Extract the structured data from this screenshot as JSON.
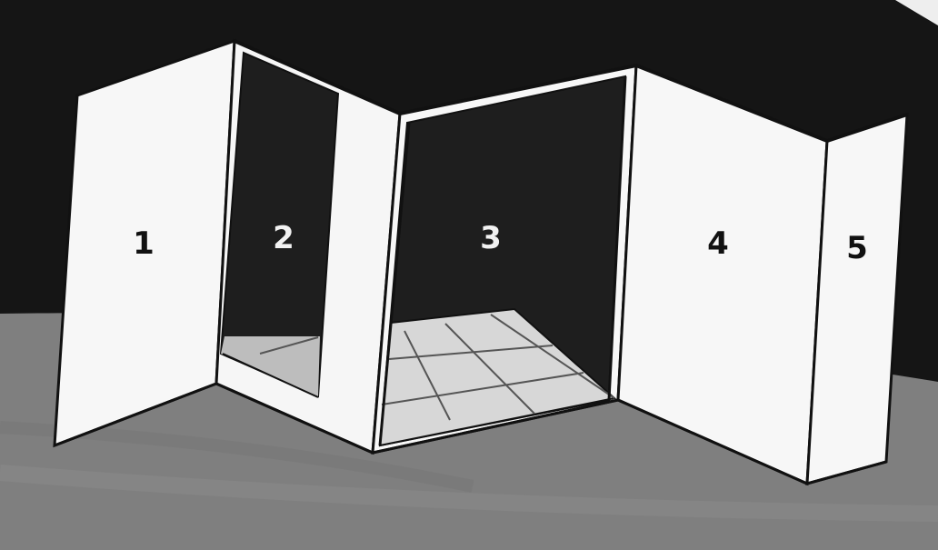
{
  "panels": [
    {
      "label": "1"
    },
    {
      "label": "2"
    },
    {
      "label": "3"
    },
    {
      "label": "4"
    },
    {
      "label": "5"
    }
  ],
  "colors": {
    "background_wall": "#151515",
    "floor": "#7f7f7f",
    "panel_white": "#f7f7f7",
    "opening_dark": "#1e1e1e",
    "grid_floor": "#dcdcdc",
    "ink": "#111111"
  }
}
